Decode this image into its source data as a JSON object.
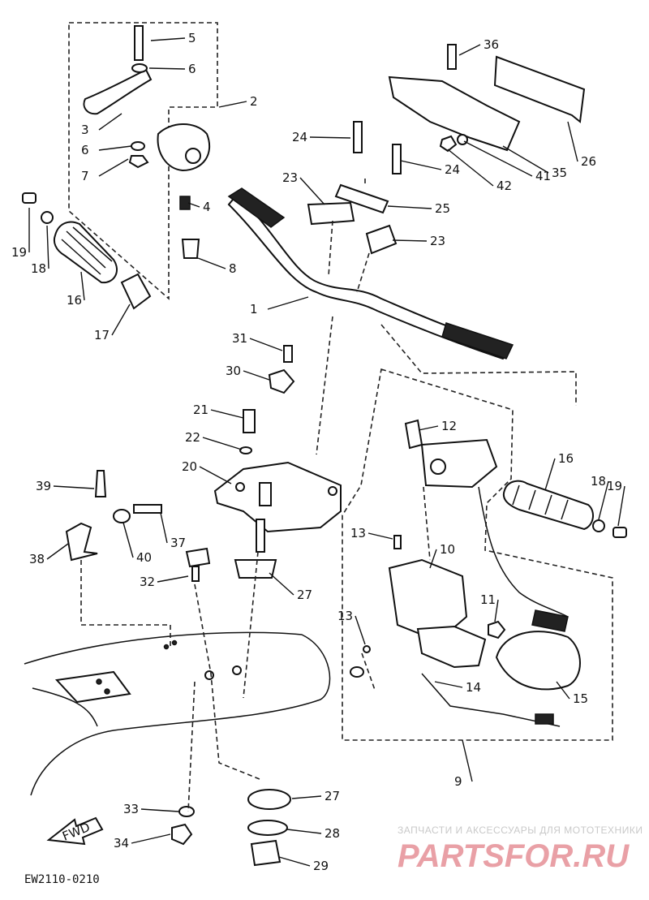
{
  "callouts": [
    {
      "id": "c5",
      "text": "5"
    },
    {
      "id": "c6a",
      "text": "6"
    },
    {
      "id": "c2",
      "text": "2"
    },
    {
      "id": "c3",
      "text": "3"
    },
    {
      "id": "c6b",
      "text": "6"
    },
    {
      "id": "c7",
      "text": "7"
    },
    {
      "id": "c4",
      "text": "4"
    },
    {
      "id": "c8",
      "text": "8"
    },
    {
      "id": "c19a",
      "text": "19"
    },
    {
      "id": "c18a",
      "text": "18"
    },
    {
      "id": "c16a",
      "text": "16"
    },
    {
      "id": "c17",
      "text": "17"
    },
    {
      "id": "c36",
      "text": "36"
    },
    {
      "id": "c26",
      "text": "26"
    },
    {
      "id": "c24a",
      "text": "24"
    },
    {
      "id": "c41",
      "text": "41"
    },
    {
      "id": "c42",
      "text": "42"
    },
    {
      "id": "c35",
      "text": "35"
    },
    {
      "id": "c24b",
      "text": "24"
    },
    {
      "id": "c23a",
      "text": "23"
    },
    {
      "id": "c25",
      "text": "25"
    },
    {
      "id": "c23b",
      "text": "23"
    },
    {
      "id": "c1",
      "text": "1"
    },
    {
      "id": "c31",
      "text": "31"
    },
    {
      "id": "c30",
      "text": "30"
    },
    {
      "id": "c12",
      "text": "12"
    },
    {
      "id": "c21",
      "text": "21"
    },
    {
      "id": "c22",
      "text": "22"
    },
    {
      "id": "c16b",
      "text": "16"
    },
    {
      "id": "c20",
      "text": "20"
    },
    {
      "id": "c39",
      "text": "39"
    },
    {
      "id": "c18b",
      "text": "18"
    },
    {
      "id": "c19b",
      "text": "19"
    },
    {
      "id": "c37",
      "text": "37"
    },
    {
      "id": "c38",
      "text": "38"
    },
    {
      "id": "c40",
      "text": "40"
    },
    {
      "id": "c13a",
      "text": "13"
    },
    {
      "id": "c10",
      "text": "10"
    },
    {
      "id": "c32",
      "text": "32"
    },
    {
      "id": "c27a",
      "text": "27"
    },
    {
      "id": "c11",
      "text": "11"
    },
    {
      "id": "c13b",
      "text": "13"
    },
    {
      "id": "c14",
      "text": "14"
    },
    {
      "id": "c15",
      "text": "15"
    },
    {
      "id": "c9",
      "text": "9"
    },
    {
      "id": "c27b",
      "text": "27"
    },
    {
      "id": "c33",
      "text": "33"
    },
    {
      "id": "c28",
      "text": "28"
    },
    {
      "id": "c34",
      "text": "34"
    },
    {
      "id": "c29",
      "text": "29"
    }
  ],
  "fwd_label": "FWD",
  "diagram_code": "EW2110-0210",
  "watermark": {
    "tagline": "ЗАПЧАСТИ И АКСЕССУАРЫ ДЛЯ МОТОТЕХНИКИ",
    "brand": "PARTSFOR.RU"
  }
}
